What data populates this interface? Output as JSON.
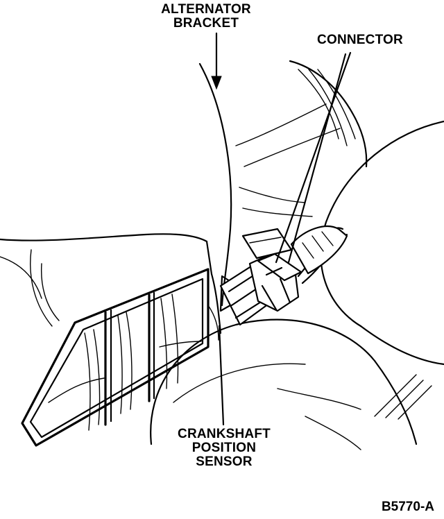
{
  "labels": {
    "alternator_bracket_line1": "ALTERNATOR",
    "alternator_bracket_line2": "BRACKET",
    "connector": "CONNECTOR",
    "crankshaft_line1": "CRANKSHAFT",
    "crankshaft_line2": "POSITION",
    "crankshaft_line3": "SENSOR"
  },
  "figure_code": "B5770-A"
}
